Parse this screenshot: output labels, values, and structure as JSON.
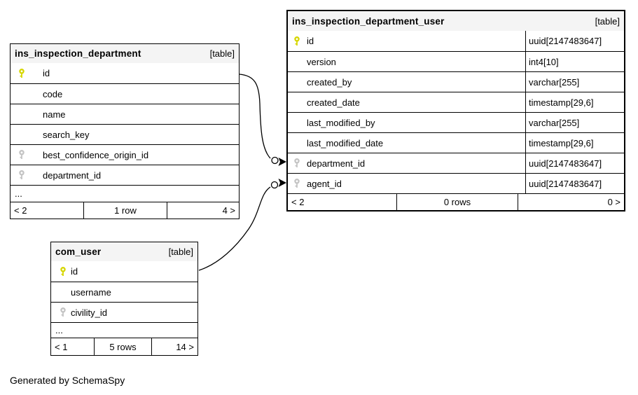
{
  "diagram": {
    "generator_note": "Generated by SchemaSpy",
    "colors": {
      "header_bg": "#f4f4f4",
      "row_bg": "#ffffff",
      "border": "#000000",
      "primary_key": "#d6d600",
      "foreign_key": "#c4c4c4"
    }
  },
  "tables": [
    {
      "name": "ins_inspection_department",
      "tag": "[table]",
      "rows": [
        {
          "name": "id",
          "key": "pk"
        },
        {
          "name": "code",
          "key": ""
        },
        {
          "name": "name",
          "key": ""
        },
        {
          "name": "search_key",
          "key": ""
        },
        {
          "name": "best_confidence_origin_id",
          "key": "fk"
        },
        {
          "name": "department_id",
          "key": "fk"
        }
      ],
      "ellipsis": "...",
      "footer": {
        "left": "< 2",
        "center": "1 row",
        "right": "4 >"
      }
    },
    {
      "name": "ins_inspection_department_user",
      "tag": "[table]",
      "rows": [
        {
          "name": "id",
          "type": "uuid[2147483647]",
          "key": "pk"
        },
        {
          "name": "version",
          "type": "int4[10]",
          "key": ""
        },
        {
          "name": "created_by",
          "type": "varchar[255]",
          "key": ""
        },
        {
          "name": "created_date",
          "type": "timestamp[29,6]",
          "key": ""
        },
        {
          "name": "last_modified_by",
          "type": "varchar[255]",
          "key": ""
        },
        {
          "name": "last_modified_date",
          "type": "timestamp[29,6]",
          "key": ""
        },
        {
          "name": "department_id",
          "type": "uuid[2147483647]",
          "key": "fk"
        },
        {
          "name": "agent_id",
          "type": "uuid[2147483647]",
          "key": "fk"
        }
      ],
      "footer": {
        "left": "< 2",
        "center": "0 rows",
        "right": "0 >"
      }
    },
    {
      "name": "com_user",
      "tag": "[table]",
      "rows": [
        {
          "name": "id",
          "key": "pk"
        },
        {
          "name": "username",
          "key": ""
        },
        {
          "name": "civility_id",
          "key": "fk"
        }
      ],
      "ellipsis": "...",
      "footer": {
        "left": "< 1",
        "center": "5 rows",
        "right": "14 >"
      }
    }
  ],
  "relationships": [
    {
      "from": "ins_inspection_department.id",
      "to": "ins_inspection_department_user.department_id",
      "end_marker": "open-circle-arrow"
    },
    {
      "from": "com_user.id",
      "to": "ins_inspection_department_user.agent_id",
      "end_marker": "open-circle-arrow"
    }
  ]
}
